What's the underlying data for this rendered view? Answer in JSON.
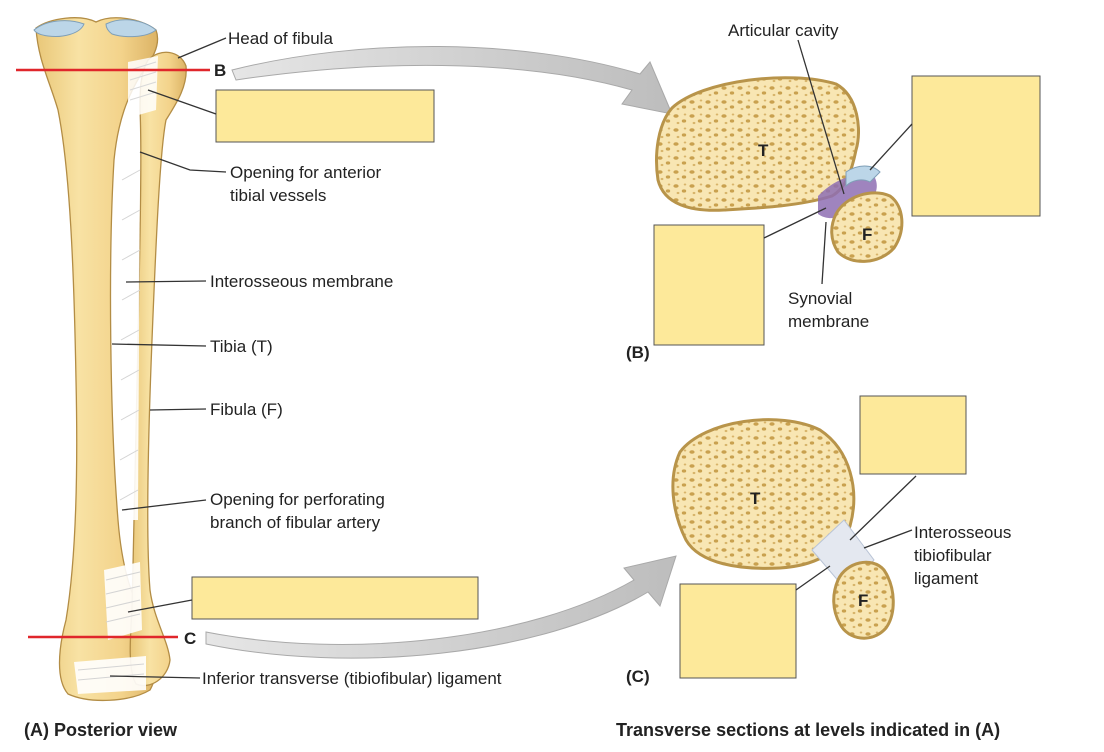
{
  "labels": {
    "head_of_fibula": "Head of fibula",
    "level_b": "B",
    "opening_anterior_line1": "Opening for anterior",
    "opening_anterior_line2": "tibial vessels",
    "interosseous_membrane": "Interosseous membrane",
    "tibia": "Tibia (T)",
    "fibula": "Fibula (F)",
    "opening_perforating_line1": "Opening for perforating",
    "opening_perforating_line2": "branch of fibular artery",
    "level_c": "C",
    "inferior_ligament": "Inferior transverse (tibiofibular) ligament",
    "articular_cavity": "Articular cavity",
    "synovial_line1": "Synovial",
    "synovial_line2": "membrane",
    "interosseous_lig_line1": "Interosseous",
    "interosseous_lig_line2": "tibiofibular",
    "interosseous_lig_line3": "ligament",
    "section_b_t": "T",
    "section_b_f": "F",
    "section_b_tag": "(B)",
    "section_c_t": "T",
    "section_c_f": "F",
    "section_c_tag": "(C)"
  },
  "captions": {
    "left": "(A) Posterior view",
    "right": "Transverse sections at levels indicated in (A)"
  },
  "colors": {
    "blank_box": "#fde99a",
    "bone": "#f6d98f",
    "level_line": "#e0262b",
    "arrow": "#c8c8c8",
    "synovial": "#8e6fb3",
    "cartilage": "#bcd6e8"
  }
}
